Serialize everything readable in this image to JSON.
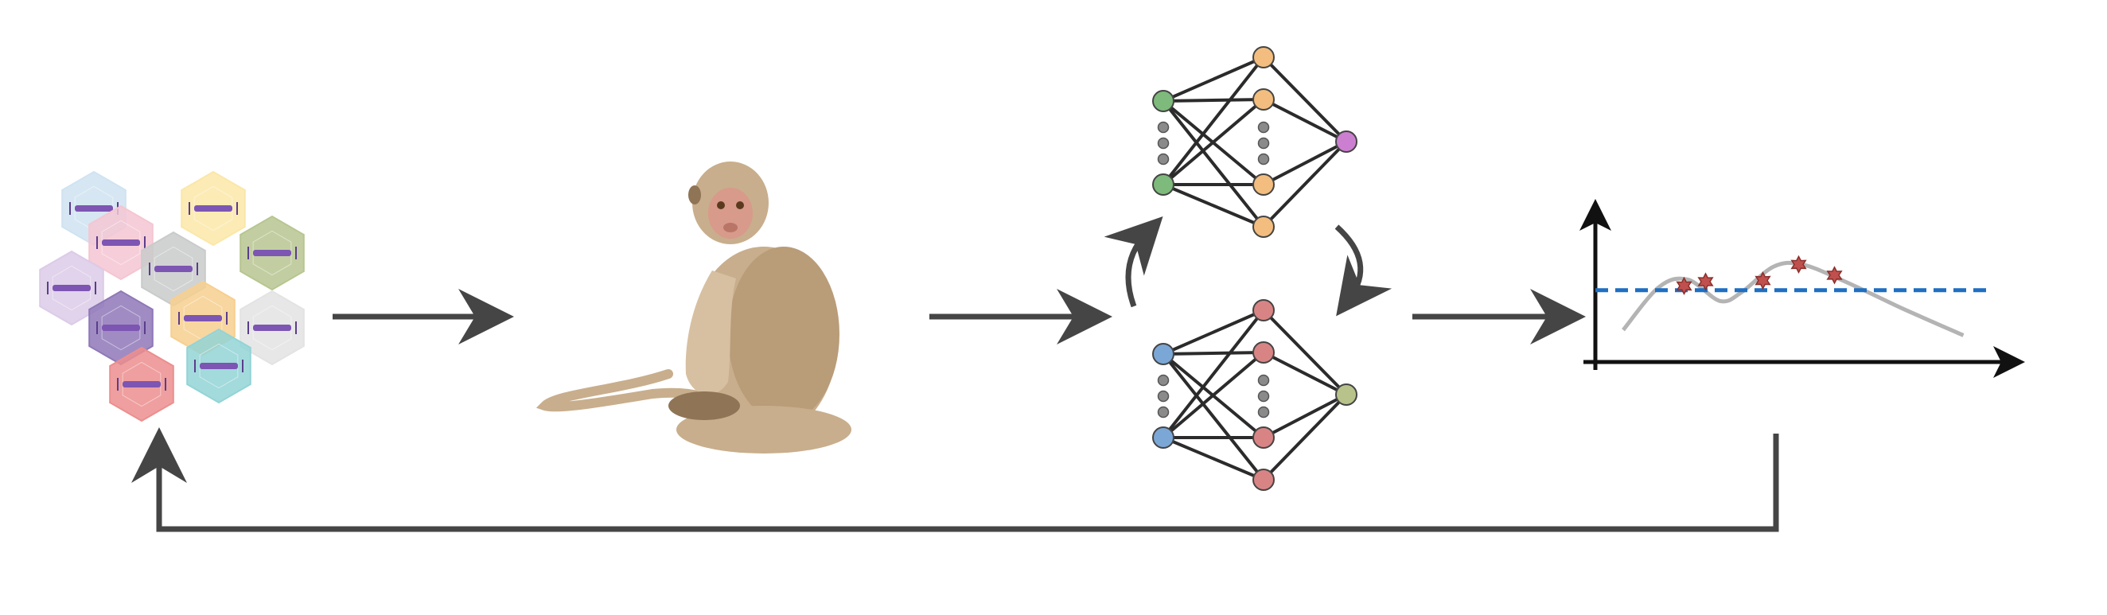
{
  "colors": {
    "arrow": "#454545",
    "network_edge": "#2b2b2b",
    "curve": "#b4b4b4",
    "threshold": "#1f6fc2",
    "star": "#c0504d",
    "axis": "#111111",
    "monkey_fur": "#c8ae8c",
    "monkey_dark": "#8f7456",
    "monkey_face": "#d89a8a"
  },
  "capsid_library": {
    "capsid_colors": [
      "#cfe3f1",
      "#fbe7a8",
      "#f4c6d2",
      "#c9cbca",
      "#b7c690",
      "#dccbe7",
      "#8f78b8",
      "#f7cf8f",
      "#e3e3e3",
      "#ec8e8e",
      "#93d4d6"
    ],
    "transgene_color": "#7d55b3"
  },
  "network_top": {
    "input_color": "#7dba7b",
    "hidden_color": "#f2bd7e",
    "output_color": "#cc7fd0"
  },
  "network_bottom": {
    "input_color": "#7ba7d6",
    "hidden_color": "#d98484",
    "output_color": "#b7c38a"
  },
  "icons": {
    "library": "aav-capsid-library-icon",
    "animal": "macaque-monkey-icon",
    "model": "neural-network-icon",
    "plot": "fitness-plot-icon"
  },
  "plot": {
    "curve": [
      [
        0.0,
        0.15
      ],
      [
        0.1,
        0.55
      ],
      [
        0.18,
        0.62
      ],
      [
        0.27,
        0.42
      ],
      [
        0.33,
        0.5
      ],
      [
        0.42,
        0.74
      ],
      [
        0.5,
        0.76
      ],
      [
        0.62,
        0.6
      ],
      [
        0.78,
        0.35
      ],
      [
        0.95,
        0.1
      ]
    ],
    "threshold": 0.52,
    "stars": [
      [
        0.17,
        0.56
      ],
      [
        0.23,
        0.6
      ],
      [
        0.39,
        0.61
      ],
      [
        0.49,
        0.76
      ],
      [
        0.59,
        0.66
      ]
    ]
  }
}
